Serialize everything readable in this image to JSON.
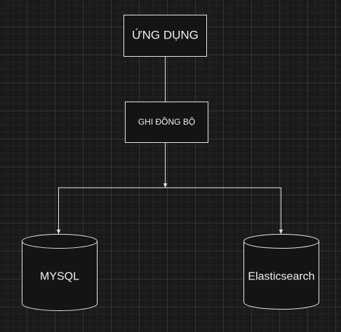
{
  "diagram": {
    "nodes": {
      "app": {
        "label": "ỨNG DỤNG"
      },
      "sync_write": {
        "label": "GHI ĐỒNG BỘ"
      },
      "mysql": {
        "label": "MYSQL"
      },
      "elasticsearch": {
        "label": "Elasticsearch"
      }
    },
    "colors": {
      "stroke": "#e6e6e6",
      "node_fill": "#141414",
      "text": "#f0f0f0",
      "background": "#1a1a1a"
    }
  }
}
